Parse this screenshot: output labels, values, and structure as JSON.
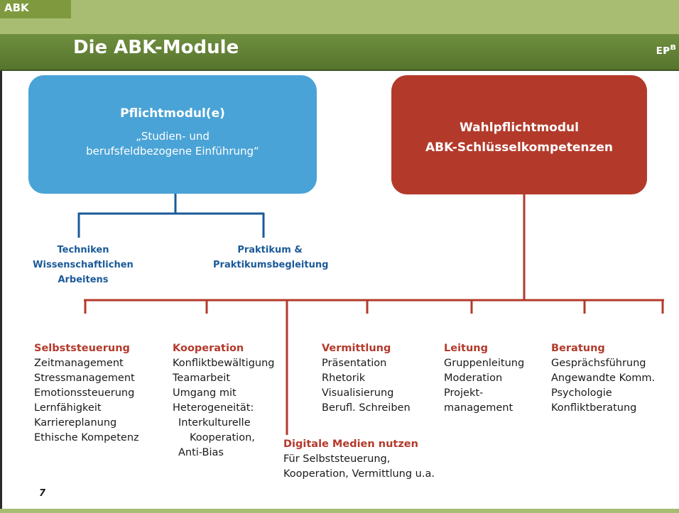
{
  "header": {
    "tag": "ABK",
    "title": "Die ABK-Module",
    "logo": "ᴇᴘᴮ"
  },
  "boxes": {
    "mandatory": {
      "title": "Pflichtmodul(e)",
      "subtitle_line1": "„Studien- und",
      "subtitle_line2": "berufsfeldbezogene Einführung“"
    },
    "elective": {
      "title_line1": "Wahlpflichtmodul",
      "title_line2": "ABK-Schlüsselkompetenzen"
    }
  },
  "branches": {
    "left": [
      "Techniken",
      "Wissenschaftlichen",
      "Arbeitens"
    ],
    "right": [
      "Praktikum &",
      "Praktikumsbegleitung"
    ]
  },
  "modules": [
    {
      "heading": "Selbststeuerung",
      "items": [
        "Zeitmanagement",
        "Stressmanagement",
        "Emotionssteuerung",
        "Lernfähigkeit",
        "Karriereplanung",
        "Ethische Kompetenz"
      ]
    },
    {
      "heading": "Kooperation",
      "items": [
        "Konfliktbewältigung",
        "Teamarbeit",
        "Umgang mit",
        "Heterogeneität:",
        "Interkulturelle",
        "Kooperation,",
        "Anti-Bias"
      ]
    },
    {
      "heading": "Vermittlung",
      "items": [
        "Präsentation",
        "Rhetorik",
        "Visualisierung",
        "Berufl. Schreiben"
      ]
    },
    {
      "heading": "Leitung",
      "items": [
        "Gruppenleitung",
        "Moderation",
        "Projekt-",
        "management"
      ]
    },
    {
      "heading": "Beratung",
      "items": [
        "Gesprächsführung",
        "Angewandte Komm.",
        "Psychologie",
        "Konfliktberatung"
      ]
    },
    {
      "heading": "Digitale Medien nutzen",
      "items": [
        "Für Selbststeuerung,",
        "Kooperation, Vermittlung u.a."
      ]
    }
  ],
  "page_number": "7",
  "colors": {
    "green_light": "#a9bd72",
    "green_dark": "#5f7e33",
    "blue_box": "#4aa3d6",
    "red_box": "#b33a2b",
    "blue_line": "#1a5a99",
    "red_line": "#b33a2b"
  }
}
